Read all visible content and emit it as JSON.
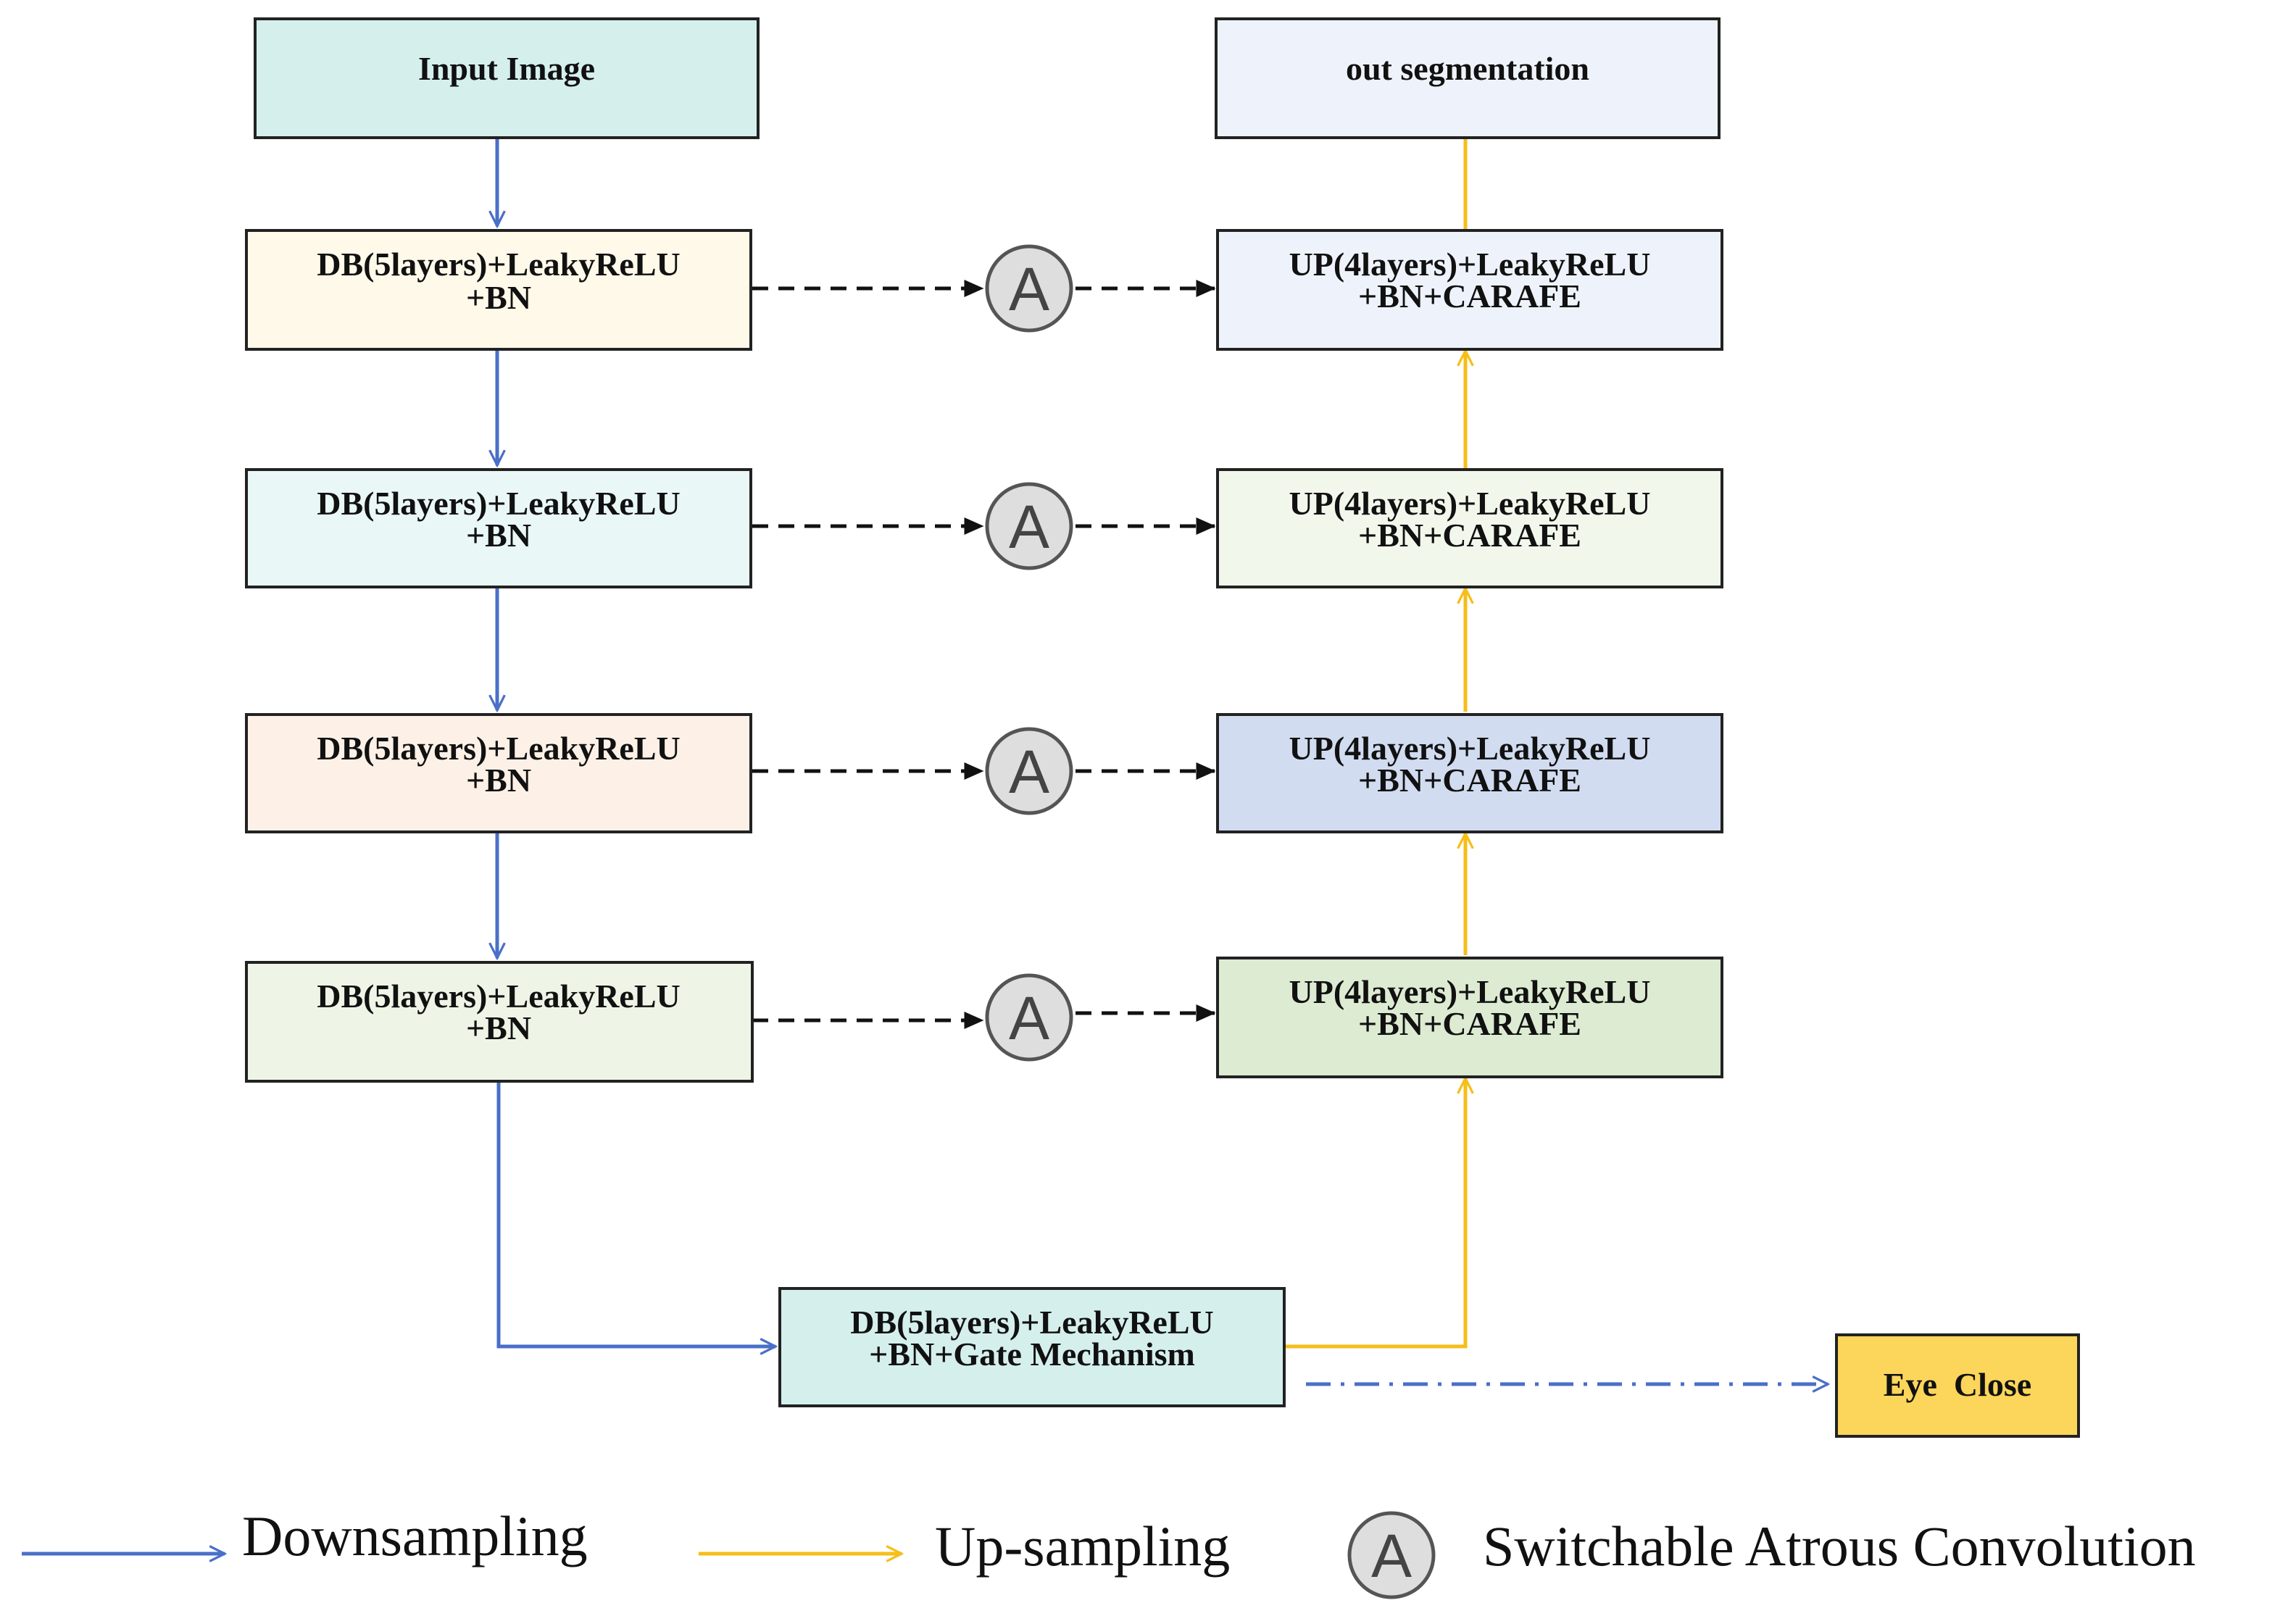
{
  "nodes": {
    "input": {
      "label": "Input Image",
      "fill": "#d5efed"
    },
    "output": {
      "label": "out segmentation",
      "fill": "#eef3fb"
    },
    "enc1": {
      "line1": "DB(5layers)+LeakyReLU",
      "line2": "+BN",
      "fill": "#fff9ea"
    },
    "enc2": {
      "line1": "DB(5layers)+LeakyReLU",
      "line2": "+BN",
      "fill": "#eaf7f7"
    },
    "enc3": {
      "line1": "DB(5layers)+LeakyReLU",
      "line2": "+BN",
      "fill": "#fdf1e7"
    },
    "enc4": {
      "line1": "DB(5layers)+LeakyReLU",
      "line2": "+BN",
      "fill": "#eef5e6"
    },
    "dec1": {
      "line1": "UP(4layers)+LeakyReLU",
      "line2": "+BN+CARAFE",
      "fill": "#eef3fb"
    },
    "dec2": {
      "line1": "UP(4layers)+LeakyReLU",
      "line2": "+BN+CARAFE",
      "fill": "#f2f7ec"
    },
    "dec3": {
      "line1": "UP(4layers)+LeakyReLU",
      "line2": "+BN+CARAFE",
      "fill": "#d1dcf0"
    },
    "dec4": {
      "line1": "UP(4layers)+LeakyReLU",
      "line2": "+BN+CARAFE",
      "fill": "#dcebd2"
    },
    "bottleneck": {
      "line1": "DB(5layers)+LeakyReLU",
      "line2": "+BN+Gate Mechanism",
      "fill": "#d5efed"
    },
    "eye_close": {
      "label": "Eye  Close",
      "fill": "#fcd55b"
    }
  },
  "atrous_symbol": "A",
  "legend": {
    "downsampling": "Downsampling",
    "upsampling": "Up-sampling",
    "atrous": "Switchable Atrous Convolution"
  },
  "colors": {
    "downsampling": "#4a6fc9",
    "upsampling": "#f5be19",
    "skip": "#111111",
    "circle_fill": "#dedede",
    "circle_stroke": "#555555",
    "box_stroke": "#222222"
  }
}
